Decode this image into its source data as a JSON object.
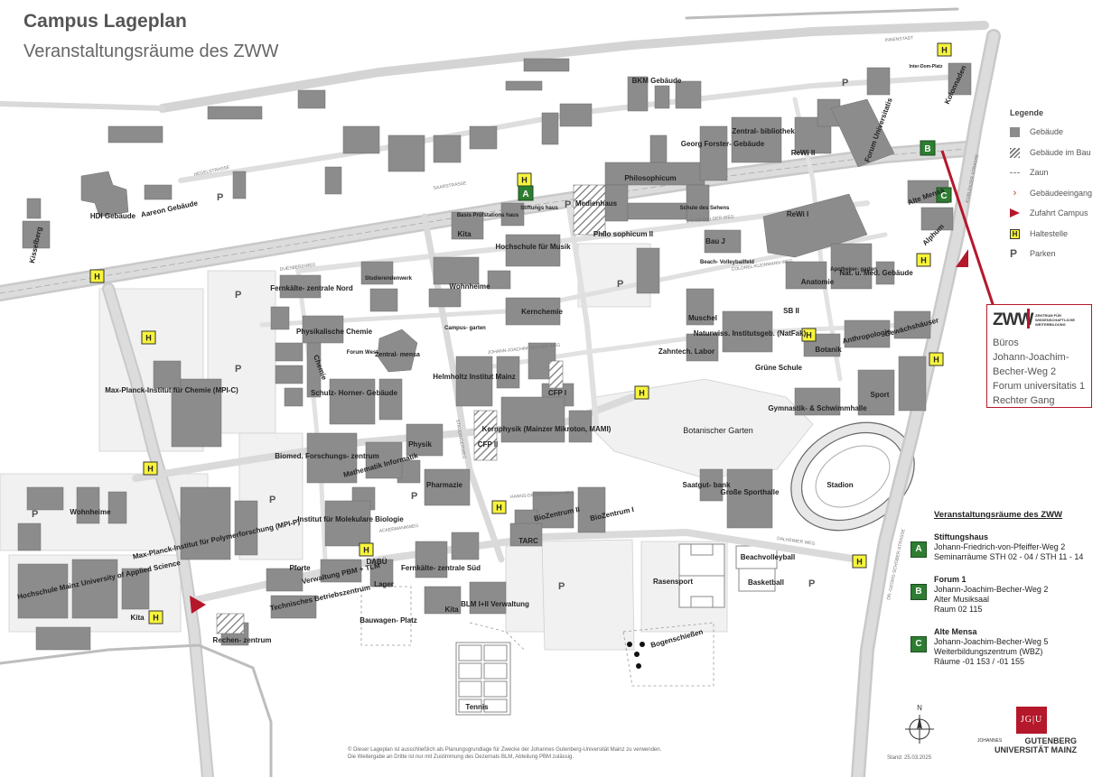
{
  "header": {
    "title": "Campus Lageplan",
    "subtitle": "Veranstaltungsräume des ZWW"
  },
  "legend": {
    "heading": "Legende",
    "items": [
      {
        "icon": "building-swatch",
        "label": "Gebäude"
      },
      {
        "icon": "construction-swatch",
        "label": "Gebäude im Bau"
      },
      {
        "icon": "fence-line",
        "label": "Zaun"
      },
      {
        "icon": "entrance-mark",
        "label": "Gebäudeeingang"
      },
      {
        "icon": "campus-access-triangle",
        "label": "Zufahrt Campus"
      },
      {
        "icon": "bus-stop-h",
        "label": "Haltestelle"
      },
      {
        "icon": "parking-p",
        "label": "Parken"
      }
    ]
  },
  "zww": {
    "logo": "ZWW",
    "logo_small": "ZENTRUM FÜR WISSENSCHAFTLICHE WEITERBILDUNG",
    "lines": [
      "Büros",
      "Johann-Joachim-",
      "Becher-Weg 2",
      "Forum universitatis 1",
      "Rechter Gang"
    ]
  },
  "rooms": {
    "heading": "Veranstaltungsräume des ZWW",
    "items": [
      {
        "badge": "A",
        "title": "Stiftungshaus",
        "lines": [
          "Johann-Friedrich-von-Pfeiffer-Weg 2",
          "Seminarräume STH 02 - 04 / STH 11 - 14"
        ]
      },
      {
        "badge": "B",
        "title": "Forum 1",
        "lines": [
          "Johann-Joachim-Becher-Weg 2",
          "Alter Musiksaal",
          "Raum 02 115"
        ]
      },
      {
        "badge": "C",
        "title": "Alte Mensa",
        "lines": [
          "Johann-Joachim-Becher-Weg 5",
          "Weiterbildungszentrum (WBZ)",
          "Räume -01 153 / -01 155"
        ]
      }
    ]
  },
  "map_labels": {
    "bkm": "BKM Gebäude",
    "hdi": "HDI Gebäude",
    "aareon": "Aareon Gebäude",
    "kisselberg": "Kisselberg",
    "kita1": "Kita",
    "basis": "Basis Prüfstations haus",
    "stiftungshaus": "Stiftungs haus",
    "hochschule_musik": "Hochschule für Musik",
    "medienhaus": "Medienhaus",
    "philosophicum": "Philosophicum",
    "philosophicum2": "Philo sophicum II",
    "schule_sehens": "Schule des Sehens",
    "georg_forster": "Georg Forster- Gebäude",
    "zentralbibliothek": "Zentral- bibliothek",
    "rewi2": "ReWi II",
    "rewi1": "ReWi I",
    "forum": "Forum Universitatis",
    "kolonnaden": "Kolonnaden",
    "inter_dom": "Inter-Dom-Platz",
    "alte_mensa": "Alte Mensa",
    "albrecht": "Alphum",
    "fernkaelte_nord": "Fernkälte- zentrale Nord",
    "studierendenwerk": "Studierendenwerk",
    "wohnheime1": "Wohnheime",
    "kernchemie": "Kernchemie",
    "campusgarten": "Campus- garten",
    "physikalische_chemie": "Physikalische Chemie",
    "forum_west": "Forum West",
    "zentralmensa": "Zentral- mensa",
    "chemie": "Chemie",
    "schulz": "Schulz- Horner- Gebäude",
    "helmholtz": "Helmholtz Institut Mainz",
    "cfp1": "CFP I",
    "cfp2": "CFP II",
    "kernphysik": "Kernphysik (Mainzer Mikroton, MAMI)",
    "bau_j": "Bau J",
    "beach1": "Beach- Volleyballfeld",
    "anatomie": "Anatomie",
    "apotheker": "Apotheker- garten",
    "natmed": "Nat. u. Med. Gebäude",
    "muschel": "Muschel",
    "sbii": "SB II",
    "zahntech": "Zahntech. Labor",
    "natfak": "Naturwiss. Institutsgeb. (NatFak)",
    "botanik": "Botanik",
    "anthropologie": "Anthropologie",
    "gewaechshaeuser": "Gewächshäuser",
    "gruene_schule": "Grüne Schule",
    "sport": "Sport",
    "gymnastik": "Gymnastik- & Schwimmhalle",
    "botanischer_garten": "Botanischer Garten",
    "mpic": "Max-Planck-Institut für Chemie (MPI-C)",
    "physik": "Physik",
    "biomed": "Biomed. Forschungs- zentrum",
    "mathematik": "Mathematik Informatik",
    "pharmazie": "Pharmazie",
    "saatgutbank": "Saatgut- bank",
    "grosse_sporthalle": "Große Sporthalle",
    "stadion": "Stadion",
    "bio2": "BioZentrum II",
    "bio1": "BioZentrum I",
    "tarc": "TARC",
    "mpip": "Max-Planck-Institut für Polymerforschung (MPI-P)",
    "institut_mol_bio": "Institut für Molekulare Biologie",
    "wohnheime2": "Wohnheime",
    "hochschule_mainz": "Hochschule Mainz University of Applied Science",
    "kita2": "Kita",
    "pforte": "Pforte",
    "verwaltung_pbm": "Verwaltung PBM + TLM",
    "dabue": "DABÜ",
    "technisches": "Technisches Betriebszentrum",
    "lager": "Lager",
    "fernkaelte_sued": "Fernkälte- zentrale Süd",
    "kita3": "Kita",
    "blm": "BLM I+II Verwaltung",
    "rasensport": "Rasensport",
    "beachvolleyball": "Beachvolleyball",
    "basketball": "Basketball",
    "bauwagen": "Bauwagen- Platz",
    "rechenzentrum": "Rechen- zentrum",
    "bogenschiessen": "Bogenschießen",
    "tennis": "Tennis",
    "saarstrasse": "SAARSTRASSE",
    "dalheimer": "DALHEIMER WEG",
    "koblenzer": "KOBLENZER STRASSE",
    "hegelstrasse": "HEGELSTRASSE",
    "staudinger": "STAUDINGERWEG",
    "johann_joachim": "JOHANN-JOACHIM-BECHER-WEG",
    "ackermannweg": "ACKERMANNWEG",
    "h_m": "HANNS-DIETER-HÜSCH-WEG",
    "jakob_welder": "JAKOB-WELDER-WEG",
    "colonel": "COLONEL-KLEINMANN-WEG",
    "duesbergweg": "DUESBERGWEG",
    "innenstadt": "INNENSTADT",
    "r_schoener": "DR.-GEORG-SCHOBER-STRASSE"
  },
  "north_label": "N",
  "jgu": {
    "box": "JG|U",
    "line0": "JOHANNES",
    "line1": "GUTENBERG",
    "line2": "UNIVERSITÄT MAINZ"
  },
  "footer": {
    "line1": "©   Dieser Lageplan ist ausschließlich als Planungsgrundlage für Zwecke der Johannes Gutenberg-Universität Mainz zu verwenden.",
    "line2": "Die Weitergabe an Dritte ist nur mit Zustimmung des Dezernats BLM, Abteilung PBM zulässig.",
    "stand": "Stand: 25.03.2025"
  },
  "parking_label": "P",
  "stop_label": "H"
}
